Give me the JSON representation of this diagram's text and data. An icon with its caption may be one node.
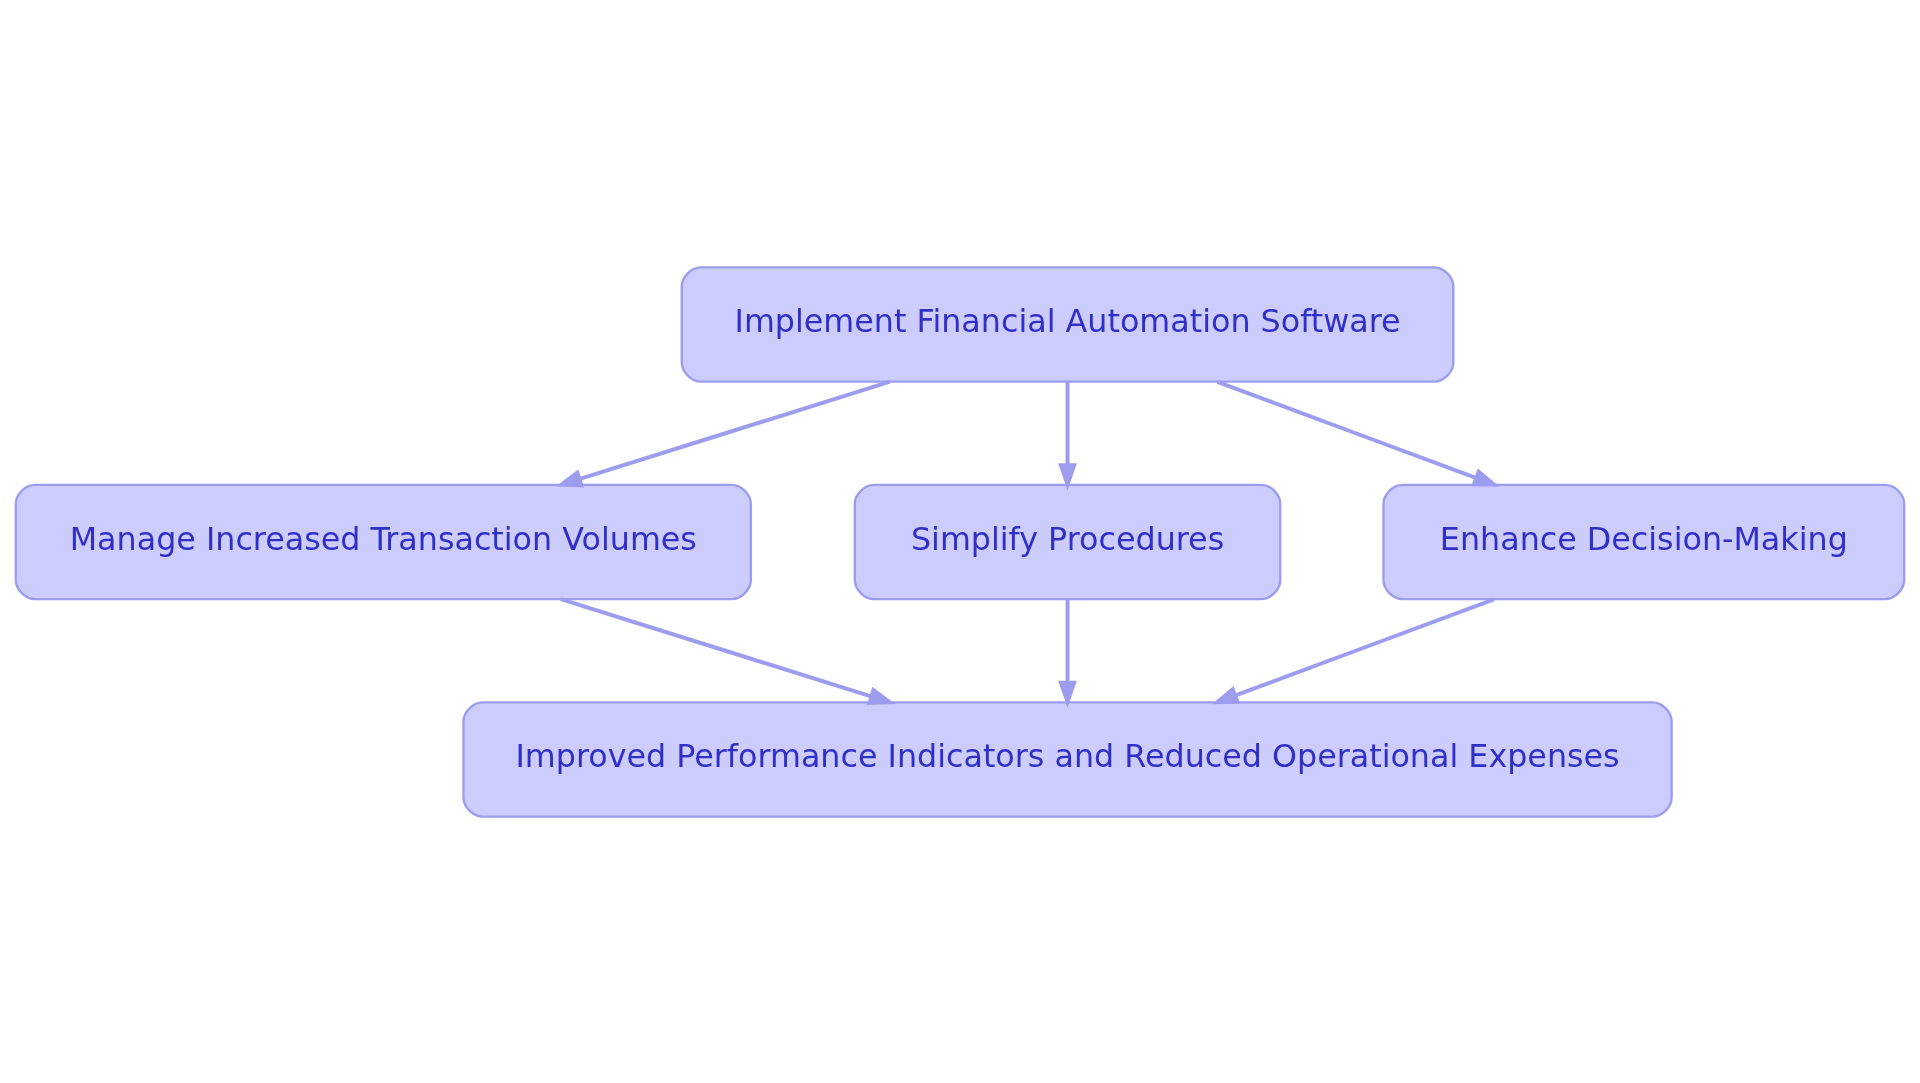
{
  "diagram": {
    "nodes": [
      {
        "text": [
          "Implement Financial Automation Software"
        ]
      },
      {
        "text": [
          "Manage Increased Transaction Volumes"
        ]
      },
      {
        "text": [
          "Simplify Procedures"
        ]
      },
      {
        "text": [
          "Enhance Decision-Making"
        ]
      },
      {
        "text": [
          "Improved Performance Indicators and Reduced Operational Expenses"
        ]
      }
    ],
    "edges": [
      {
        "from": 0,
        "to": 1,
        "arrow": "to"
      },
      {
        "from": 0,
        "to": 2,
        "arrow": "to"
      },
      {
        "from": 0,
        "to": 3,
        "arrow": "to"
      },
      {
        "from": 1,
        "to": 4,
        "arrow": "to"
      },
      {
        "from": 2,
        "to": 4,
        "arrow": "to"
      },
      {
        "from": 3,
        "to": 4,
        "arrow": "to"
      }
    ]
  }
}
